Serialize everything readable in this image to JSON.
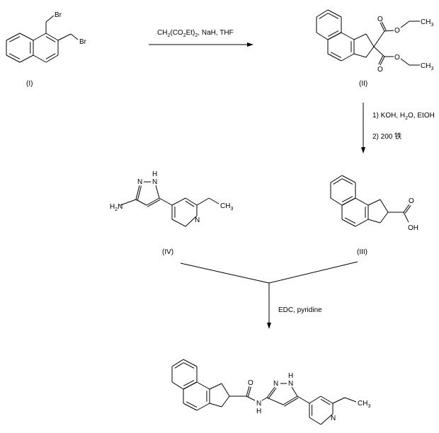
{
  "compounds": {
    "I": {
      "label": "(I)",
      "atoms": {
        "br1": "Br",
        "br2": "Br"
      }
    },
    "II": {
      "label": "(II)",
      "atoms": {
        "o1": "O",
        "o2": "O",
        "o3": "O",
        "o4": "O",
        "ch3a": "CH",
        "ch3a_sub": "3",
        "ch3b": "CH",
        "ch3b_sub": "3"
      }
    },
    "III": {
      "label": "(III)",
      "atoms": {
        "o": "O",
        "oh": "OH"
      }
    },
    "IV": {
      "label": "(IV)",
      "atoms": {
        "h2n": "H",
        "h2n_sub": "2",
        "h2n_n": "N",
        "n2": "N",
        "n1": "N",
        "h": "H",
        "npy": "N",
        "ch3": "CH",
        "ch3_sub": "3"
      }
    },
    "product": {
      "atoms": {
        "o": "O",
        "nh_n": "N",
        "nh_h": "H",
        "n2": "N",
        "n1": "N",
        "h": "H",
        "npy": "N",
        "ch3": "CH",
        "ch3_sub": "3"
      }
    }
  },
  "reagents": {
    "step1": [
      "CH",
      "2",
      "(CO",
      "2",
      "Et)",
      "2",
      ", NaH, THF"
    ],
    "step2_line1": [
      "1) KOH, H",
      "2",
      "O, EtOH"
    ],
    "step2_line2": "2) 200 铁",
    "step3": "EDC, pyridine"
  }
}
